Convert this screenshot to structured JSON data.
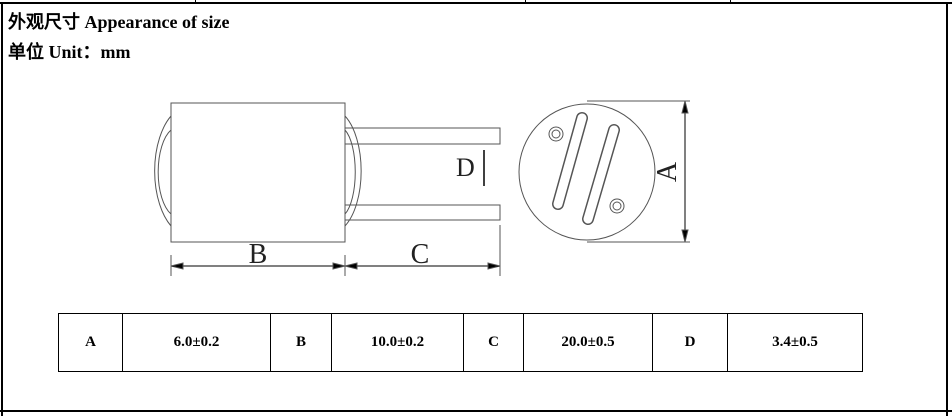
{
  "heading": {
    "title": "外观尺寸 Appearance of size",
    "unit": "单位 Unit：mm"
  },
  "drawing": {
    "labels": {
      "a": "A",
      "b": "B",
      "c": "C",
      "d": "D"
    }
  },
  "dimensions": [
    {
      "label": "A",
      "value": "6.0±0.2"
    },
    {
      "label": "B",
      "value": "10.0±0.2"
    },
    {
      "label": "C",
      "value": "20.0±0.5"
    },
    {
      "label": "D",
      "value": "3.4±0.5"
    }
  ]
}
